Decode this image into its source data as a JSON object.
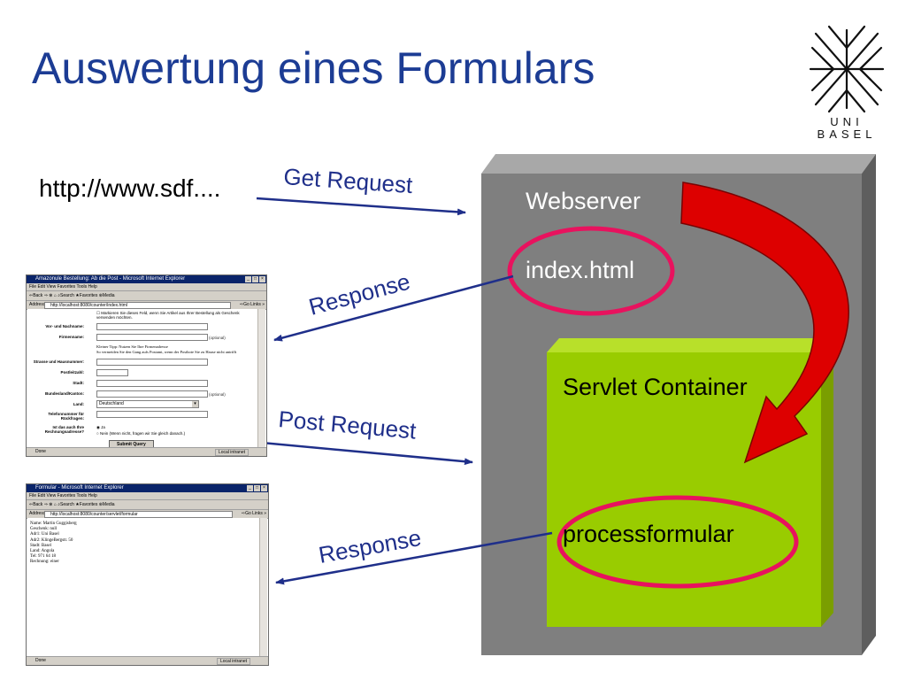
{
  "title": "Auswertung eines Formulars",
  "logo": {
    "line1": "UNI",
    "line2": "BASEL"
  },
  "diagram": {
    "url_text": "http://www.sdf....",
    "get_request": "Get Request",
    "response_1": "Response",
    "post_request": "Post Request",
    "response_2": "Response",
    "webserver": "Webserver",
    "index_file": "index.html",
    "servlet_container": "Servlet Container",
    "process_file": "processformular",
    "colors": {
      "server_gray": "#7f7f7f",
      "container_green": "#99cc00",
      "arrow_red": "#dd0000",
      "ellipse_pink": "#e8125e",
      "arrow_blue": "#1f2f8a"
    }
  },
  "browser1": {
    "title": "Amazonule Bestellung: Ab die Post - Microsoft Internet Explorer",
    "menu": "File  Edit  View  Favorites  Tools  Help",
    "toolbar": "⇐Back  ⇒  ⊗  ⌂  ⌕Search  ★Favorites  ⊛Media",
    "address_label": "Address",
    "address": "http://localhost:8080/counter/index.html",
    "go": "⇨Go  Links »",
    "note": "☐  Markieren Sie dieses Feld, wenn Sie Artikel aus Ihrer Bestellung als Geschenk versenden möchten.",
    "labels": {
      "name": "Vor- und Nachname:",
      "firm": "Firmenname:",
      "street": "Strasse und Hausnummer:",
      "plz": "Postleitzahl:",
      "city": "Stadt:",
      "state": "Bundesland/Kanton:",
      "country": "Land:",
      "phone": "Telefonnummer für Rückfragen:",
      "billing": "Ist das auch Ihre Rechnungsadresse?"
    },
    "optional": "(optional)",
    "tip_line1": "Kleiner Tipp: Nutzen Sie Ihre Firmenadresse",
    "tip_line2": "So vermeiden Sie den Gang aufs Postamt, wenn der Postbote Sie zu Hause nicht antrifft",
    "country_value": "Deutschland",
    "yes": "◉ Ja",
    "no": "○ Nein  (Wenn nicht, fragen wir Sie gleich danach.)",
    "submit": "Submit Query",
    "status": "Done",
    "zone": "Local intranet"
  },
  "browser2": {
    "title": "Formular - Microsoft Internet Explorer",
    "menu": "File  Edit  View  Favorites  Tools  Help",
    "toolbar": "⇐Back  ⇒  ⊗  ⌂  ⌕Search  ★Favorites  ⊛Media",
    "address_label": "Address",
    "address": "http://localhost:8080/counter/servlet/formular",
    "go": "⇨Go  Links »",
    "lines": [
      "Name: Martin Guggisberg",
      "Geschenk: null",
      "Adr1: Uni Basel",
      "Adr2: KlingeBergstr. 50",
      "Stadt: Basel",
      "Land: Angola",
      "Tel: 971 64 18",
      "Rechnung: einer"
    ],
    "status": "Done",
    "zone": "Local intranet"
  }
}
